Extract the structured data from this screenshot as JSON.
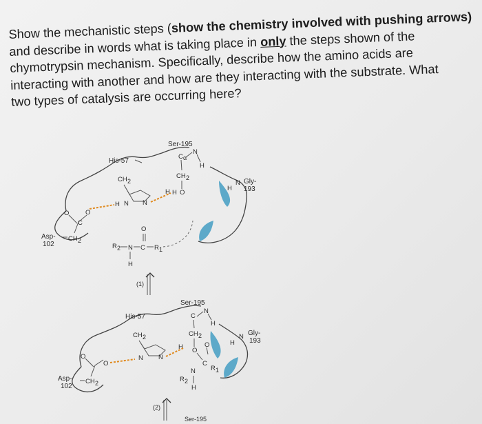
{
  "question": {
    "lines": [
      [
        {
          "t": "Show the mechanistic steps (",
          "s": ""
        },
        {
          "t": "show the chemistry involved with pushing arrows)",
          "s": "bold"
        }
      ],
      [
        {
          "t": "and describe in words what is taking place in ",
          "s": ""
        },
        {
          "t": "only",
          "s": "ul"
        },
        {
          "t": " the steps shown of the",
          "s": ""
        }
      ],
      [
        {
          "t": "chymotrypsin mechanism.  Specifically, describe how the amino acids are",
          "s": ""
        }
      ],
      [
        {
          "t": "interacting with another and how are they interacting with the substrate.  What",
          "s": ""
        }
      ],
      [
        {
          "t": "two types of catalysis are occurring here?",
          "s": ""
        }
      ]
    ]
  },
  "figure": {
    "panel1": {
      "ser_label": "Ser-195",
      "his_label": "His-57",
      "gly_label": "Gly-",
      "gly_num": "193",
      "asp_label": "Asp-",
      "asp_num": "102",
      "ca": "C",
      "n": "N",
      "h": "H",
      "ch2": "CH",
      "o": "O",
      "r2": "R",
      "r1": "R",
      "step": "(1)"
    },
    "panel2": {
      "ser_label": "Ser-195",
      "his_label": "His-57",
      "gly_label": "Gly-",
      "gly_num": "193",
      "asp_label": "Asp-",
      "asp_num": "102",
      "step": "(2)",
      "cutoff": "Ser-195"
    }
  }
}
